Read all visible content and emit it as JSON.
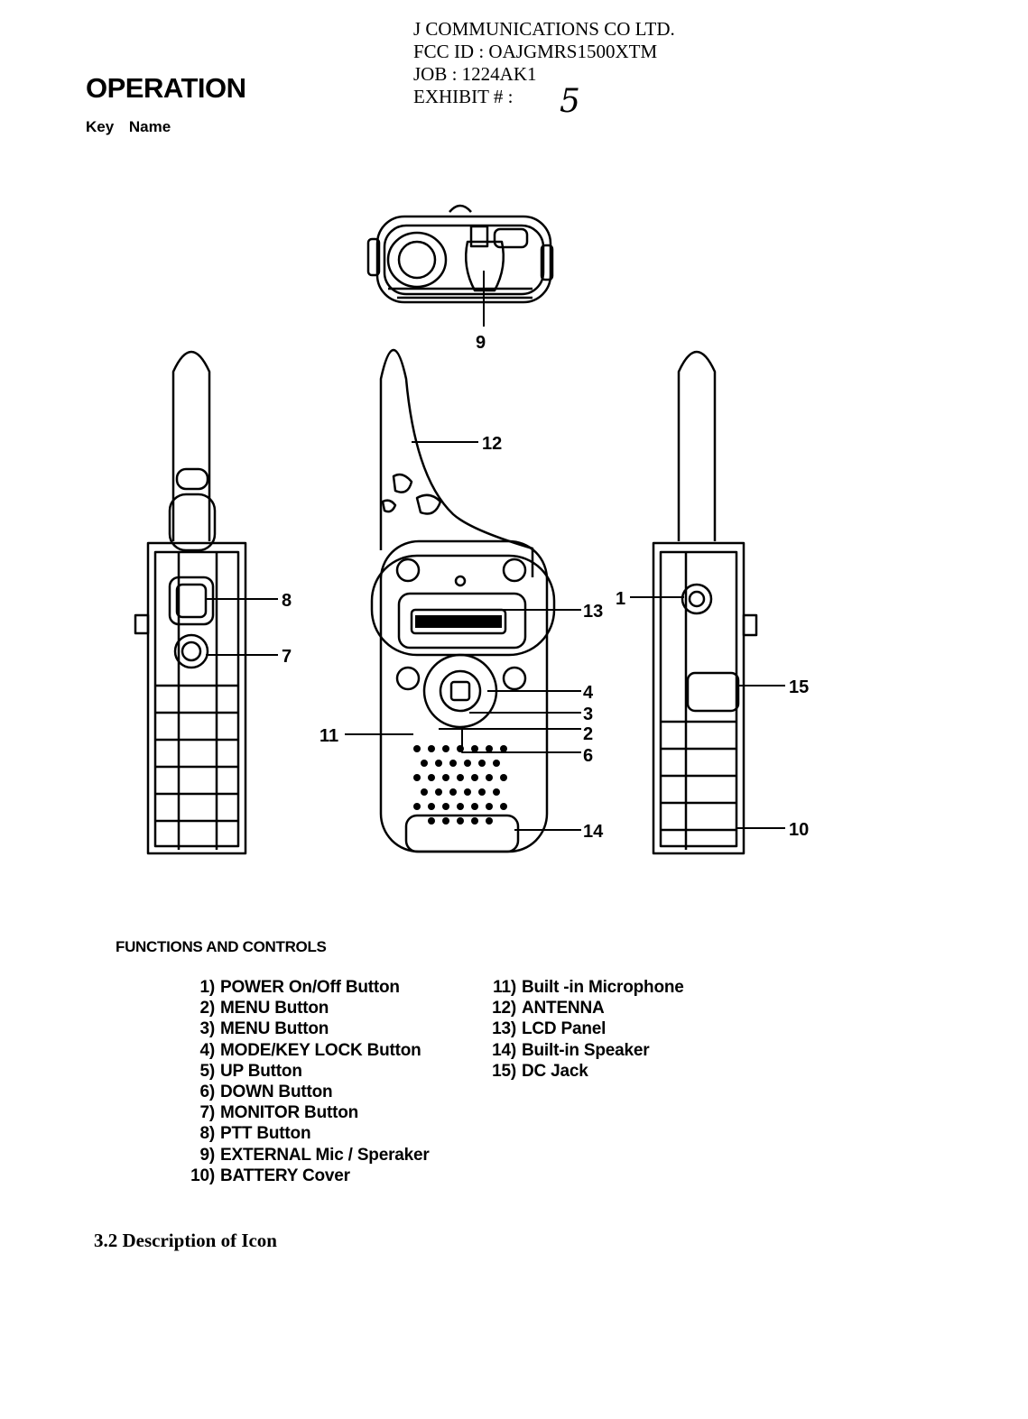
{
  "header": {
    "lines": [
      "J COMMUNICATIONS CO LTD.",
      "FCC ID : OAJGMRS1500XTM",
      "JOB : 1224AK1",
      "EXHIBIT # :"
    ],
    "exhibit_handwritten": "5"
  },
  "title": "OPERATION",
  "subtitle": "Key Name",
  "diagram": {
    "callouts": [
      "9",
      "12",
      "8",
      "7",
      "13",
      "1",
      "15",
      "4",
      "3",
      "2",
      "6",
      "11",
      "14",
      "10"
    ]
  },
  "functions": {
    "heading": "FUNCTIONS AND CONTROLS",
    "left": [
      {
        "num": "1)",
        "label": "POWER On/Off Button"
      },
      {
        "num": "2)",
        "label": "MENU Button"
      },
      {
        "num": "3)",
        "label": "MENU Button"
      },
      {
        "num": "4)",
        "label": "MODE/KEY LOCK Button"
      },
      {
        "num": "5)",
        "label": "UP Button"
      },
      {
        "num": "6)",
        "label": "DOWN Button"
      },
      {
        "num": "7)",
        "label": "MONITOR Button"
      },
      {
        "num": "8)",
        "label": "PTT Button"
      },
      {
        "num": "9)",
        "label": "EXTERNAL Mic / Speraker"
      },
      {
        "num": "10)",
        "label": "BATTERY Cover"
      }
    ],
    "right": [
      {
        "num": "11)",
        "label": "Built -in  Microphone"
      },
      {
        "num": "12)",
        "label": "ANTENNA"
      },
      {
        "num": "13)",
        "label": "LCD Panel"
      },
      {
        "num": "14)",
        "label": "Built-in Speaker"
      },
      {
        "num": "15)",
        "label": "DC Jack"
      }
    ]
  },
  "section": "3.2 Description of Icon"
}
